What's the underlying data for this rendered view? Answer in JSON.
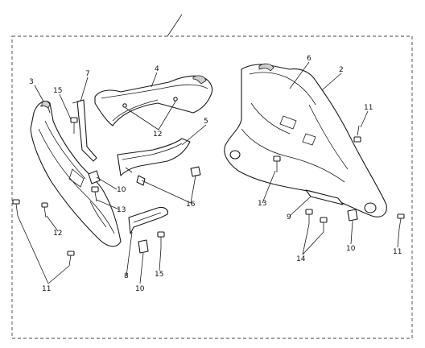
{
  "diagram": {
    "colors": {
      "line": "#1a1a1a",
      "frame": "#444444",
      "shade": "#cfcfcf",
      "background": "#ffffff"
    },
    "callouts": [
      {
        "id": "c3",
        "label": "3"
      },
      {
        "id": "c15a",
        "label": "15"
      },
      {
        "id": "c7",
        "label": "7"
      },
      {
        "id": "c4",
        "label": "4"
      },
      {
        "id": "c6",
        "label": "6"
      },
      {
        "id": "c2",
        "label": "2"
      },
      {
        "id": "c12a",
        "label": "12"
      },
      {
        "id": "c5",
        "label": "5"
      },
      {
        "id": "c11a",
        "label": "11"
      },
      {
        "id": "c10a",
        "label": "10"
      },
      {
        "id": "c16",
        "label": "16"
      },
      {
        "id": "c13a",
        "label": "13"
      },
      {
        "id": "c13b",
        "label": "13"
      },
      {
        "id": "c12b",
        "label": "12"
      },
      {
        "id": "c9",
        "label": "9"
      },
      {
        "id": "c8",
        "label": "8"
      },
      {
        "id": "c10b",
        "label": "10"
      },
      {
        "id": "c15b",
        "label": "15"
      },
      {
        "id": "c11b",
        "label": "11"
      },
      {
        "id": "c14",
        "label": "14"
      },
      {
        "id": "c10c",
        "label": "10"
      },
      {
        "id": "c11c",
        "label": "11"
      }
    ]
  }
}
